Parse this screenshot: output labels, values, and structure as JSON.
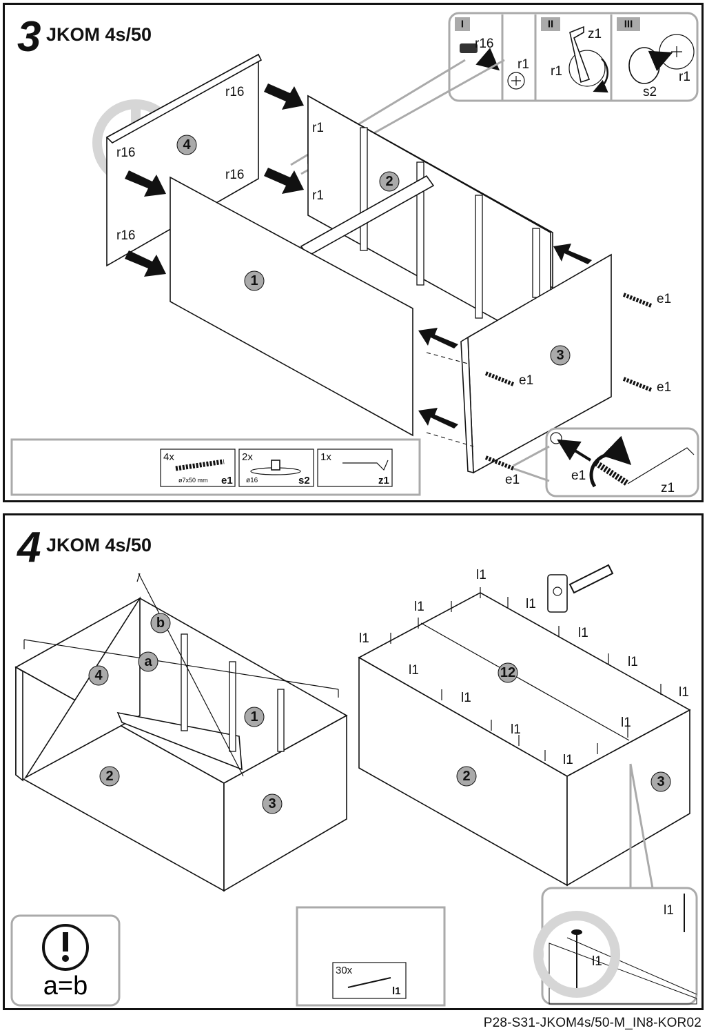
{
  "step3": {
    "number": "3",
    "model": "JKOM 4s/50",
    "parts": {
      "p1": "1",
      "p2": "2",
      "p3": "3",
      "p4": "4"
    },
    "labels": {
      "r16": "r16",
      "r1": "r1",
      "e1": "e1",
      "z1": "z1",
      "s2": "s2"
    },
    "detail": {
      "i": "I",
      "ii": "II",
      "iii": "III"
    },
    "hardware": [
      {
        "qty": "4x",
        "spec": "ø7x50 mm",
        "code": "e1"
      },
      {
        "qty": "2x",
        "spec": "ø16",
        "code": "s2"
      },
      {
        "qty": "1x",
        "spec": "",
        "code": "z1"
      }
    ]
  },
  "step4": {
    "number": "4",
    "model": "JKOM 4s/50",
    "parts": {
      "p1": "1",
      "p2": "2",
      "p3": "3",
      "p4": "4",
      "p12": "12"
    },
    "diag": {
      "a": "a",
      "b": "b"
    },
    "nail": "l1",
    "hardware": {
      "qty": "30x",
      "code": "l1"
    },
    "notice": "a=b"
  },
  "footer": "P28-S31-JKOM4s/50-M_IN8-KOR02"
}
